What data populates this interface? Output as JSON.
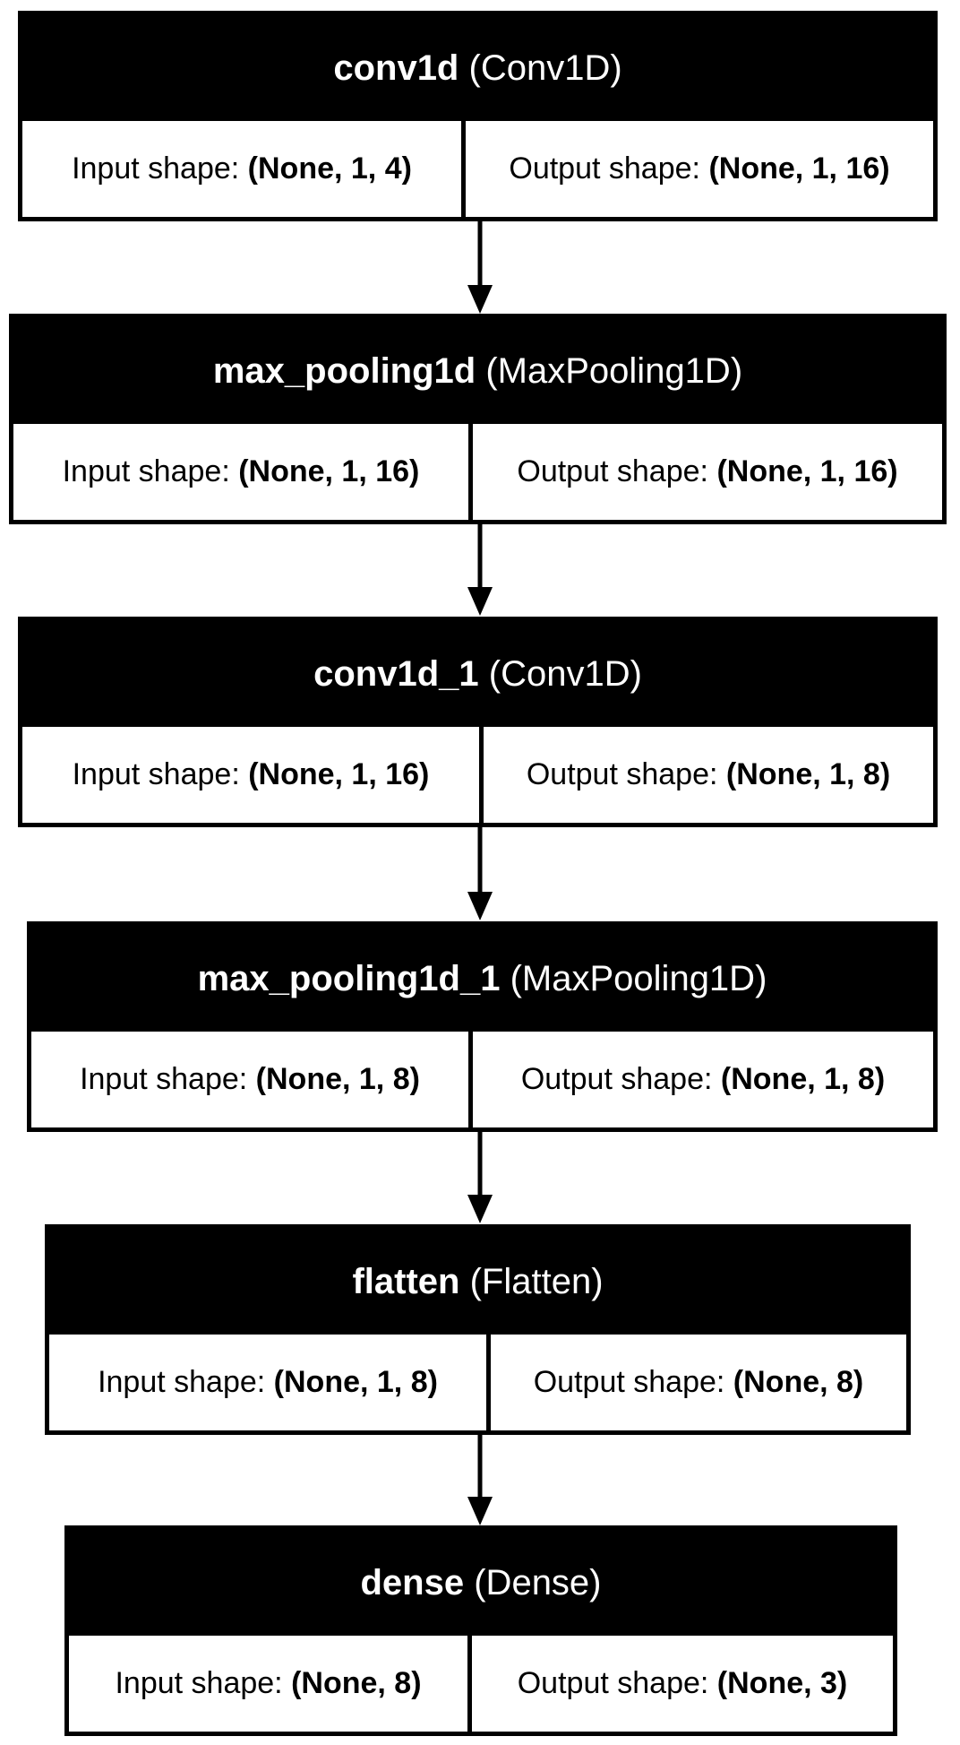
{
  "diagram": {
    "input_prefix": "Input shape:",
    "output_prefix": "Output shape:",
    "layers": [
      {
        "name": "conv1d",
        "type": "(Conv1D)",
        "input_shape": "(None, 1, 4)",
        "output_shape": "(None, 1, 16)"
      },
      {
        "name": "max_pooling1d",
        "type": "(MaxPooling1D)",
        "input_shape": "(None, 1, 16)",
        "output_shape": "(None, 1, 16)"
      },
      {
        "name": "conv1d_1",
        "type": "(Conv1D)",
        "input_shape": "(None, 1, 16)",
        "output_shape": "(None, 1, 8)"
      },
      {
        "name": "max_pooling1d_1",
        "type": "(MaxPooling1D)",
        "input_shape": "(None, 1, 8)",
        "output_shape": "(None, 1, 8)"
      },
      {
        "name": "flatten",
        "type": "(Flatten)",
        "input_shape": "(None, 1, 8)",
        "output_shape": "(None, 8)"
      },
      {
        "name": "dense",
        "type": "(Dense)",
        "input_shape": "(None, 8)",
        "output_shape": "(None, 3)"
      }
    ],
    "colors": {
      "header_bg": "#000000",
      "header_text": "#ffffff",
      "body_bg": "#ffffff",
      "text": "#000000"
    }
  }
}
